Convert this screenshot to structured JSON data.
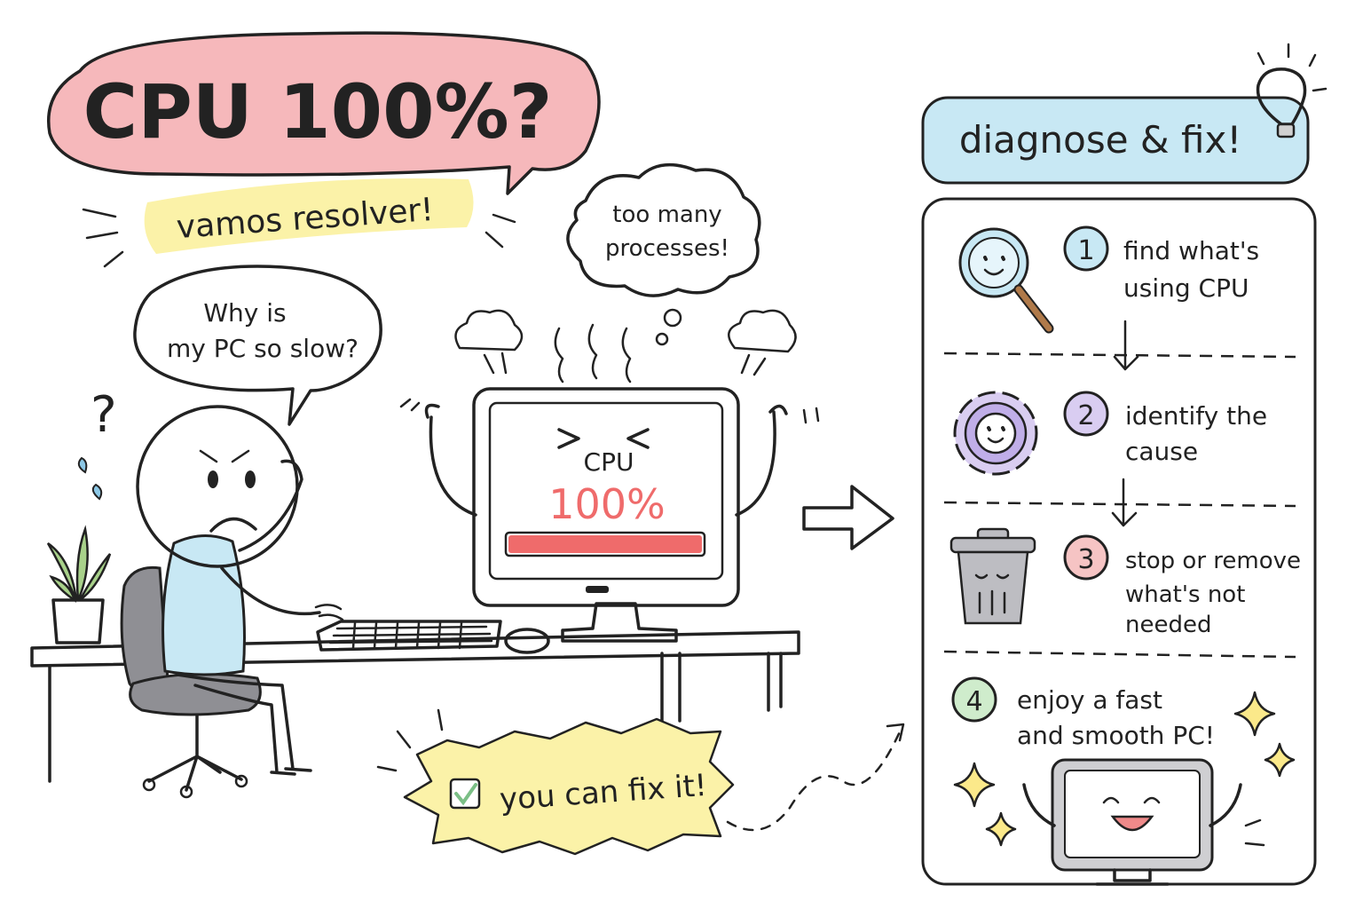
{
  "title": {
    "text": "CPU 100%?",
    "color": "#f6b8bb"
  },
  "subtitle": {
    "text": "vamos resolver!",
    "color": "#fbf2a8"
  },
  "person_bubble": {
    "line1": "Why is",
    "line2": "my PC so slow?"
  },
  "thought_bubble": {
    "line1": "too many",
    "line2": "processes!"
  },
  "monitor_screen": {
    "label": "CPU",
    "value": "100%",
    "accent": "#ef6b6b"
  },
  "fix_badge": {
    "text": "you can fix it!",
    "color": "#fbf2a8",
    "check_color": "#7bbf86"
  },
  "panel": {
    "heading": "diagnose & fix!",
    "heading_color": "#c8e8f4",
    "steps": [
      {
        "number": "1",
        "line1": "find what's",
        "line2": "using CPU",
        "line3": "",
        "color": "#c8e8f4",
        "icon": "magnifier-icon"
      },
      {
        "number": "2",
        "line1": "identify the",
        "line2": "cause",
        "line3": "",
        "color": "#d9cdf1",
        "icon": "gear-icon"
      },
      {
        "number": "3",
        "line1": "stop or remove",
        "line2": "what's not",
        "line3": "needed",
        "color": "#f6c4c4",
        "icon": "trash-icon"
      },
      {
        "number": "4",
        "line1": "enjoy a fast",
        "line2": "and smooth PC!",
        "line3": "",
        "color": "#cfeccc",
        "icon": "happy-monitor-icon"
      }
    ]
  }
}
